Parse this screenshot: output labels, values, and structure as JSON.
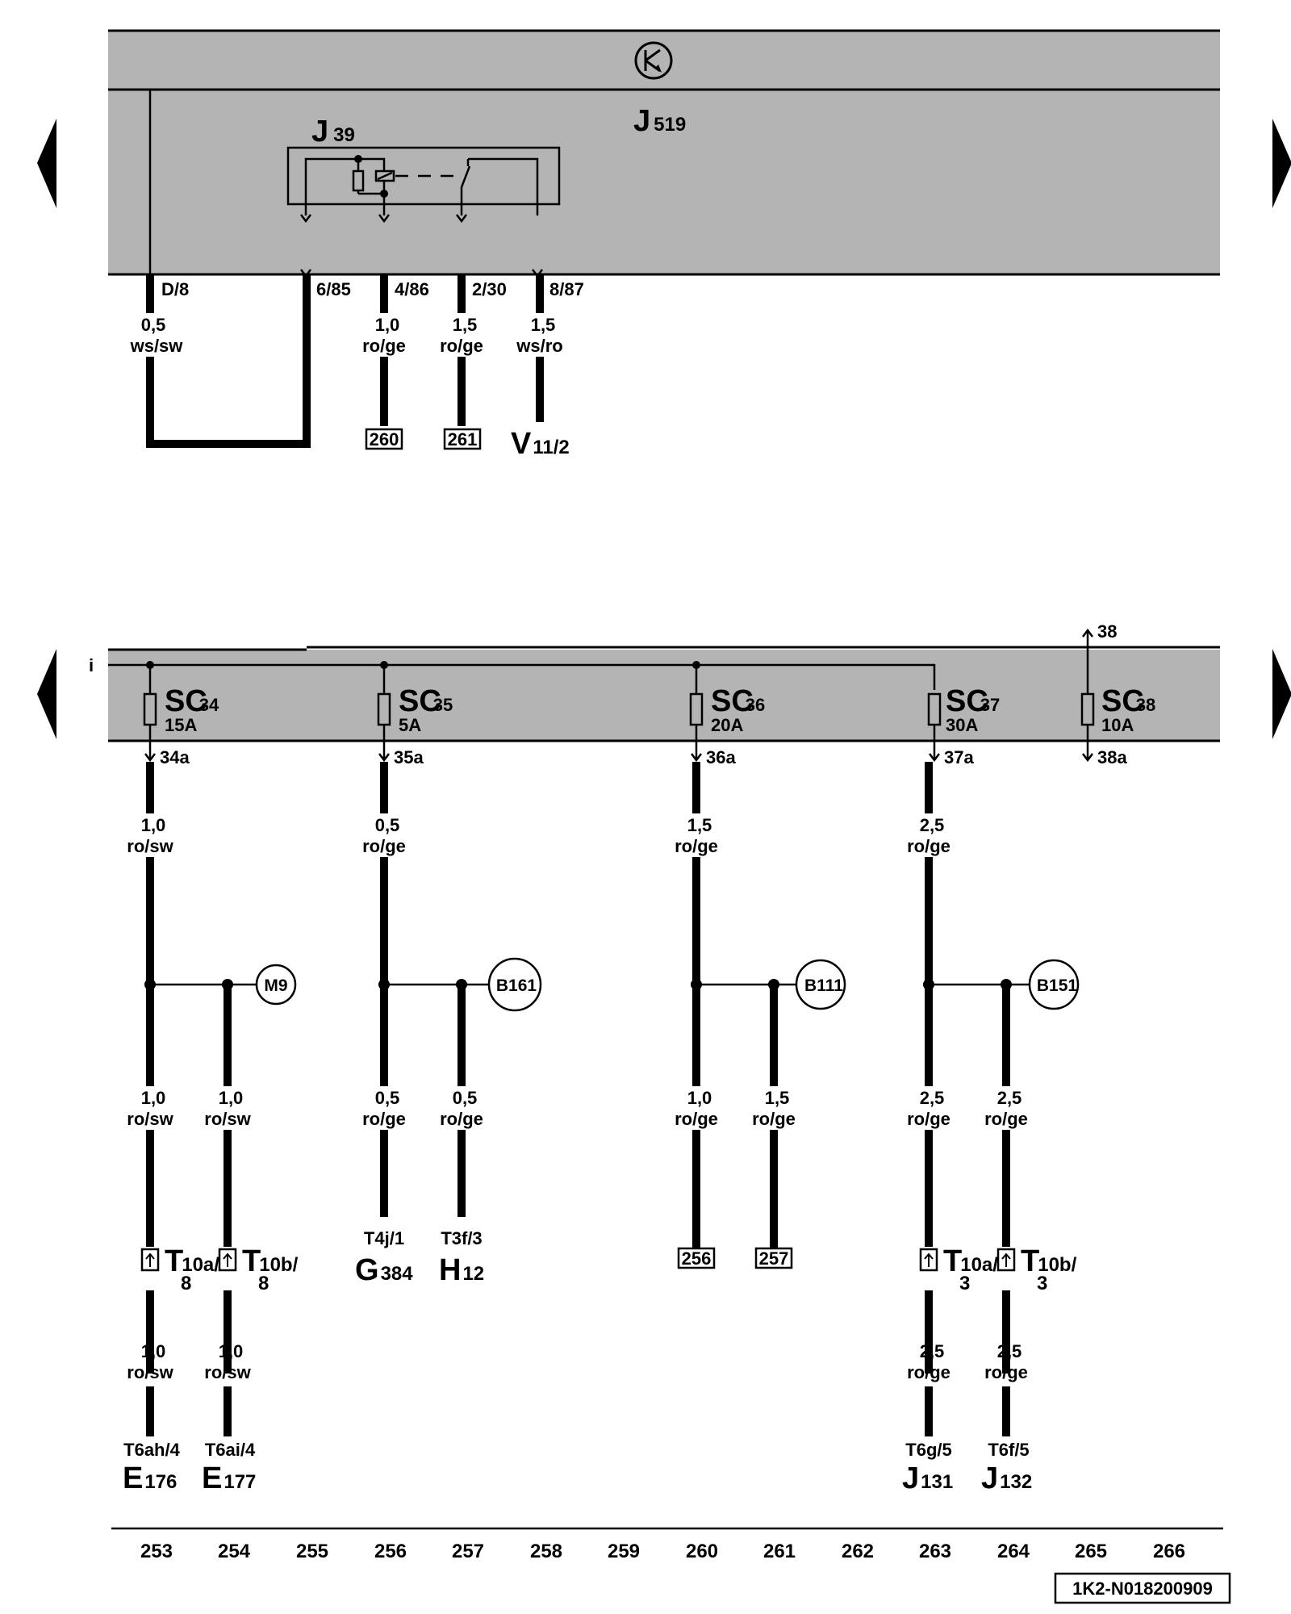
{
  "module": {
    "name_main": "J",
    "name_sub": "519",
    "relay_main": "J",
    "relay_sub": "39"
  },
  "top_pins": [
    {
      "pin": "D/8",
      "size": "0,5",
      "color": "ws/sw"
    },
    {
      "pin": "6/85",
      "size": "",
      "color": ""
    },
    {
      "pin": "4/86",
      "size": "1,0",
      "color": "ro/ge",
      "ref_box": "260"
    },
    {
      "pin": "2/30",
      "size": "1,5",
      "color": "ro/ge",
      "ref_box": "261"
    },
    {
      "pin": "8/87",
      "size": "1,5",
      "color": "ws/ro",
      "comp_main": "V",
      "comp_sub": "11/2"
    }
  ],
  "bus_label": "i",
  "fuses": [
    {
      "main": "SC",
      "num": "34",
      "rating": "15A",
      "out": "34a"
    },
    {
      "main": "SC",
      "num": "35",
      "rating": "5A",
      "out": "35a"
    },
    {
      "main": "SC",
      "num": "36",
      "rating": "20A",
      "out": "36a"
    },
    {
      "main": "SC",
      "num": "37",
      "rating": "30A",
      "out": "37a"
    },
    {
      "main": "SC",
      "num": "38",
      "rating": "10A",
      "out": "38a",
      "in": "38"
    }
  ],
  "wires_first": [
    {
      "size": "1,0",
      "color": "ro/sw"
    },
    {
      "size": "0,5",
      "color": "ro/ge"
    },
    {
      "size": "1,5",
      "color": "ro/ge"
    },
    {
      "size": "2,5",
      "color": "ro/ge"
    }
  ],
  "splices": [
    "M9",
    "B161",
    "B111",
    "B151"
  ],
  "wires_second": [
    {
      "size": "1,0",
      "color": "ro/sw"
    },
    {
      "size": "1,0",
      "color": "ro/sw"
    },
    {
      "size": "0,5",
      "color": "ro/ge"
    },
    {
      "size": "0,5",
      "color": "ro/ge"
    },
    {
      "size": "1,0",
      "color": "ro/ge"
    },
    {
      "size": "1,5",
      "color": "ro/ge"
    },
    {
      "size": "2,5",
      "color": "ro/ge"
    },
    {
      "size": "2,5",
      "color": "ro/ge"
    }
  ],
  "connectors": [
    {
      "main": "T",
      "sub": "10a/",
      "pin": "8"
    },
    {
      "main": "T",
      "sub": "10b/",
      "pin": "8"
    },
    {
      "main": "T",
      "sub": "10a/",
      "pin": "3"
    },
    {
      "main": "T",
      "sub": "10b/",
      "pin": "3"
    }
  ],
  "wires_third": [
    {
      "size": "1,0",
      "color": "ro/sw"
    },
    {
      "size": "1,0",
      "color": "ro/sw"
    },
    {
      "size": "2,5",
      "color": "ro/ge"
    },
    {
      "size": "2,5",
      "color": "ro/ge"
    }
  ],
  "ends": [
    {
      "pin": "T6ah/4",
      "main": "E",
      "sub": "176"
    },
    {
      "pin": "T6ai/4",
      "main": "E",
      "sub": "177"
    },
    {
      "pin": "T4j/1",
      "main": "G",
      "sub": "384"
    },
    {
      "pin": "T3f/3",
      "main": "H",
      "sub": "12"
    },
    {
      "pin": "T6g/5",
      "main": "J",
      "sub": "131"
    },
    {
      "pin": "T6f/5",
      "main": "J",
      "sub": "132"
    }
  ],
  "ref_boxes_bottom": [
    "256",
    "257"
  ],
  "tracks": [
    "253",
    "254",
    "255",
    "256",
    "257",
    "258",
    "259",
    "260",
    "261",
    "262",
    "263",
    "264",
    "265",
    "266"
  ],
  "doc_code": "1K2-N018200909"
}
